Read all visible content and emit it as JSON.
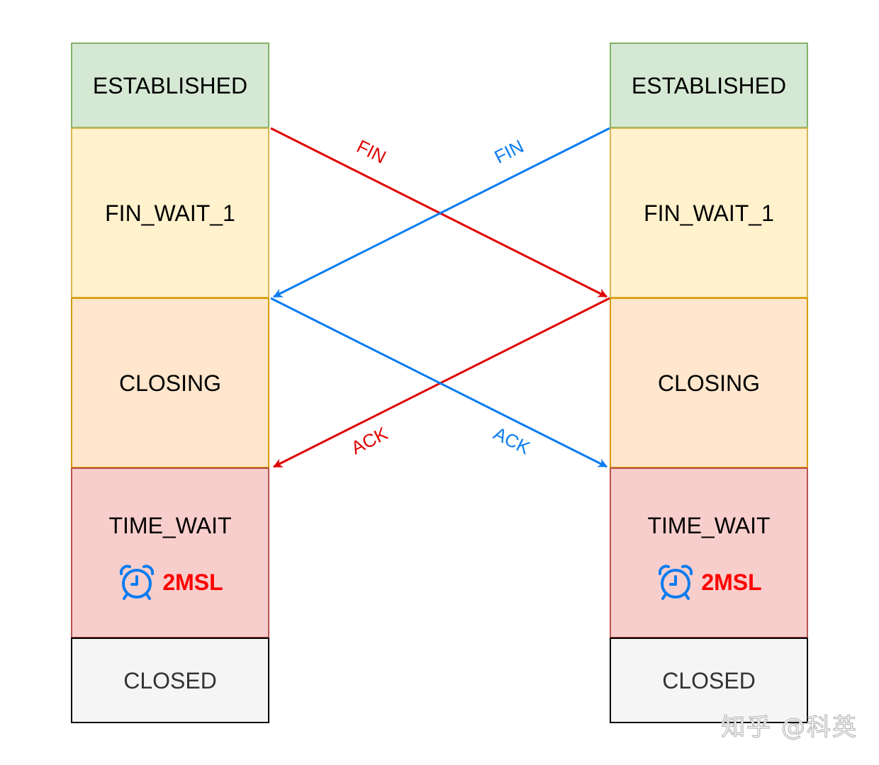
{
  "left_side": {
    "states": [
      "ESTABLISHED",
      "FIN_WAIT_1",
      "CLOSING",
      "TIME_WAIT",
      "CLOSED"
    ],
    "timer": "2MSL"
  },
  "right_side": {
    "states": [
      "ESTABLISHED",
      "FIN_WAIT_1",
      "CLOSING",
      "TIME_WAIT",
      "CLOSED"
    ],
    "timer": "2MSL"
  },
  "messages": {
    "fin_left_to_right": "FIN",
    "fin_right_to_left": "FIN",
    "ack_right_to_left": "ACK",
    "ack_left_to_right": "ACK"
  },
  "colors": {
    "red_arrow": "#e00000",
    "blue_arrow": "#0a7cf0",
    "timer_text": "#ff0000",
    "clock_icon": "#0a7cf0"
  },
  "icons": {
    "timer_icon": "alarm-clock-icon"
  },
  "watermark": "知乎 @科英"
}
